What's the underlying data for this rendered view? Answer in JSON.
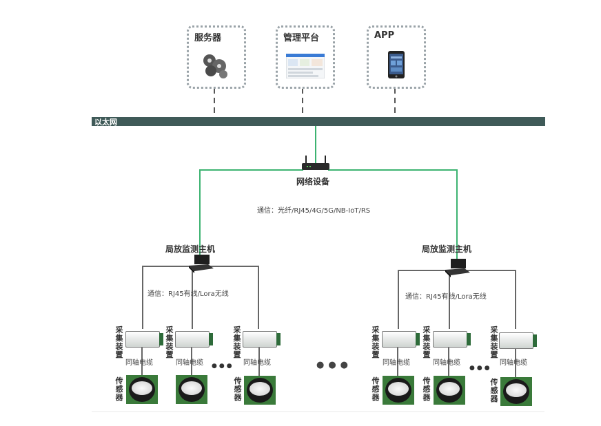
{
  "top": {
    "server_title": "服务器",
    "platform_title": "管理平台",
    "app_title": "APP"
  },
  "bus": {
    "label": "以太网"
  },
  "network": {
    "label": "网络设备",
    "comm": "通信：光纤/RJ45/4G/5G/NB-IoT/RS"
  },
  "hosts": [
    {
      "label": "局放监测主机",
      "comm": "通信：RJ45有线/Lora无线"
    },
    {
      "label": "局放监测主机",
      "comm": "通信：RJ45有线/Lora无线"
    }
  ],
  "labels": {
    "collector": [
      "采",
      "集",
      "装",
      "置"
    ],
    "cable": "同轴电缆",
    "sensor": [
      "传",
      "感",
      "器"
    ],
    "small_dots": "●●●",
    "big_dots": "●●●"
  },
  "colors": {
    "bus": "#3f5a58",
    "link": "#3cb371",
    "tree": "#666666"
  }
}
